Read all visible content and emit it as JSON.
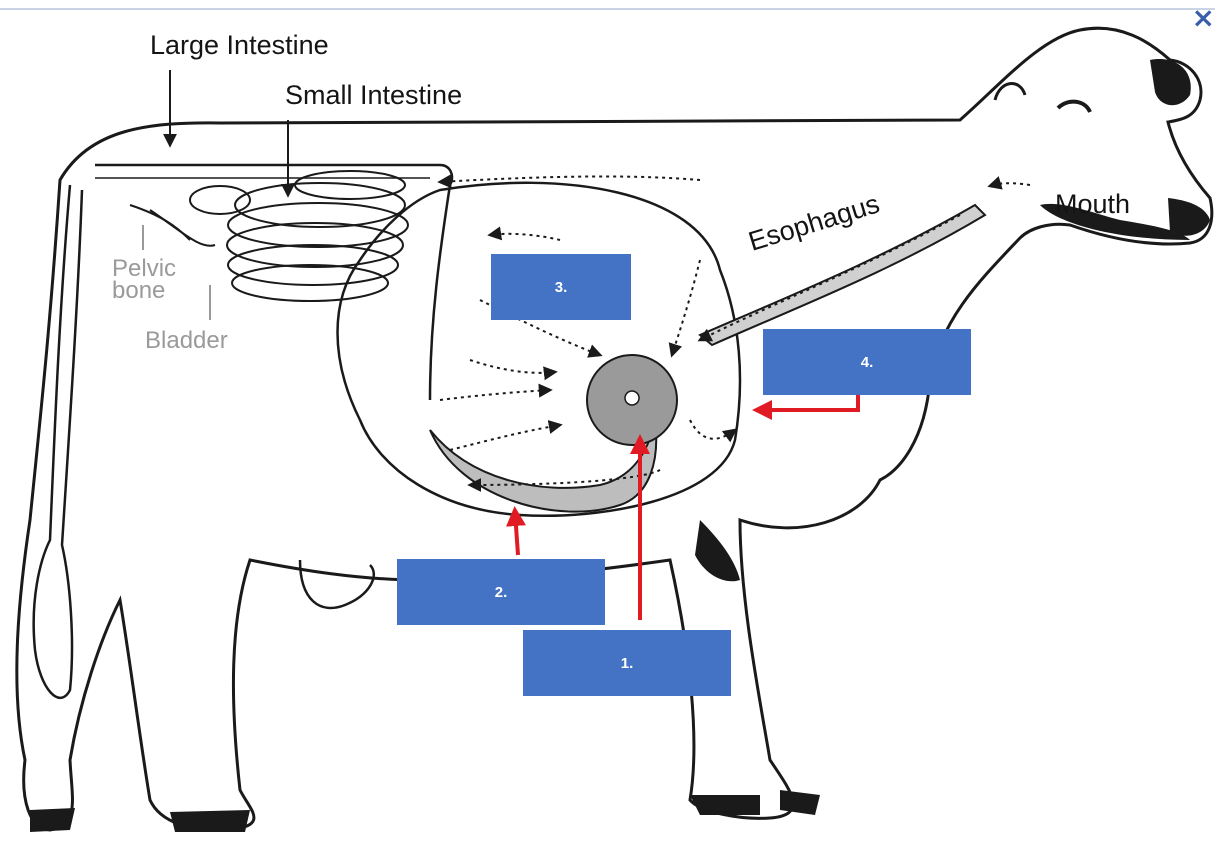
{
  "labels": {
    "large_intestine": "Large Intestine",
    "small_intestine": "Small Intestine",
    "esophagus": "Esophagus",
    "mouth": "Mouth",
    "pelvic_bone": "Pelvic\nbone",
    "bladder": "Bladder"
  },
  "answer_boxes": [
    {
      "label": "1."
    },
    {
      "label": "2."
    },
    {
      "label": "3."
    },
    {
      "label": "4."
    }
  ],
  "close_icon": "×",
  "colors": {
    "box_fill": "#4472c4",
    "box_text": "#ffffff",
    "pointer_arrow": "#e01b24",
    "outline": "#1a1a1a",
    "stomach_shade": "#bdbdbd"
  }
}
